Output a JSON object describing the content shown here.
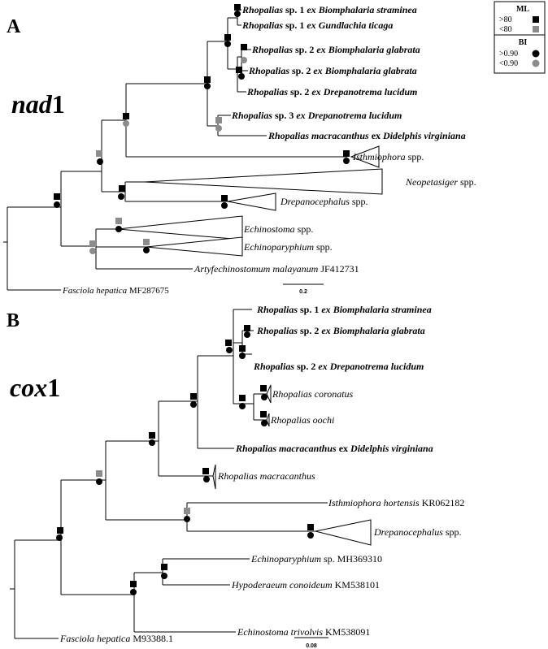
{
  "panels": {
    "a": {
      "letter": "A",
      "gene_italic": "nad",
      "gene_num": "1"
    },
    "b": {
      "letter": "B",
      "gene_italic": "cox",
      "gene_num": "1"
    }
  },
  "legend": {
    "ml_title": "ML",
    "ml_high": ">80",
    "ml_low": "<80",
    "bi_title": "BI",
    "bi_high": ">0.90",
    "bi_low": "<0.90",
    "colors": {
      "high": "#000000",
      "low": "#8c8c8c"
    }
  },
  "tree_a": {
    "scale_label": "0.2",
    "taxa": {
      "t1": {
        "genus": "Rhopalias",
        "rest": " sp. 1  ",
        "ex": "ex ",
        "host": "Biomphalaria straminea"
      },
      "t2": {
        "genus": "Rhopalias",
        "rest": " sp. 1 ",
        "ex": "ex ",
        "host": "Gundlachia ticaga"
      },
      "t3": {
        "genus": "Rhopalias",
        "rest": " sp. 2 ",
        "ex": "ex ",
        "host": "Biomphalaria glabrata"
      },
      "t4": {
        "genus": "Rhopalias",
        "rest": " sp. 2 ",
        "ex": "ex ",
        "host": "Biomphalaria glabrata"
      },
      "t5": {
        "genus": "Rhopalias",
        "rest": " sp. 2  ",
        "ex": "ex ",
        "host": "Drepanotrema lucidum"
      },
      "t6": {
        "genus": "Rhopalias",
        "rest": " sp. 3  ",
        "ex": "ex ",
        "host": "Drepanotrema lucidum"
      },
      "t7": {
        "genus": "Rhopalias macracanthus",
        "rest": " ex ",
        "host": "Didelphis virginiana"
      },
      "c1": {
        "name": "Isthmiophora",
        "suffix": " spp."
      },
      "c2": {
        "name": "Neopetasiger",
        "suffix": " spp."
      },
      "c3": {
        "name": "Drepanocephalus",
        "suffix": " spp."
      },
      "c4": {
        "name": "Echinostoma",
        "suffix": " spp."
      },
      "c5": {
        "name": "Echinoparyphium",
        "suffix": " spp."
      },
      "t8": {
        "name": "Artyfechinostomum malayanum",
        "acc": " JF412731"
      },
      "t9": {
        "name": "Fasciola hepatica",
        "acc": " MF287675"
      }
    }
  },
  "tree_b": {
    "scale_label": "0.08",
    "taxa": {
      "t1": {
        "genus": "Rhopalias",
        "rest": " sp. 1 ",
        "ex": "ex ",
        "host": "Biomphalaria straminea"
      },
      "t2": {
        "genus": "Rhopalias",
        "rest": " sp. 2 ",
        "ex": "ex ",
        "host": "Biomphalaria glabrata"
      },
      "t3": {
        "genus": "Rhopalias",
        "rest": " sp. 2 ",
        "ex": "ex ",
        "host": "Drepanotrema lucidum"
      },
      "c1": {
        "name": "Rhopalias coronatus"
      },
      "c2": {
        "name": "Rhopalias oochi"
      },
      "t4": {
        "genus": "Rhopalias macracanthus",
        "rest": " ex ",
        "host": "Didelphis virginiana"
      },
      "c3": {
        "name": "Rhopalias macracanthus"
      },
      "t5": {
        "name": "Isthmiophora hortensis",
        "acc": " KR062182"
      },
      "c4": {
        "name": "Drepanocephalus",
        "suffix": " spp."
      },
      "t6": {
        "name": "Echinoparyphium",
        "acc": " sp. MH369310"
      },
      "t7": {
        "name": "Hypoderaeum conoideum",
        "acc": " KM538101"
      },
      "t8": {
        "name": "Echinostoma trivolvis",
        "acc": " KM538091"
      },
      "t9": {
        "name": "Fasciola hepatica",
        "acc": " M93388.1"
      }
    }
  },
  "support": {
    "a": [
      {
        "node": "sp1",
        "ml": "high",
        "bi": "high"
      },
      {
        "node": "sp2-inner",
        "ml": "high",
        "bi": "low"
      },
      {
        "node": "sp2",
        "ml": "high",
        "bi": "high"
      },
      {
        "node": "sp1-sp2",
        "ml": "high",
        "bi": "high"
      },
      {
        "node": "sp1-sp2-sp3",
        "ml": "high",
        "bi": "high"
      },
      {
        "node": "sp3-macracanthus",
        "ml": "low",
        "bi": "low"
      },
      {
        "node": "rhopalias-isthmiophora",
        "ml": "high",
        "bi": "low"
      },
      {
        "node": "rhopalias-neopetasiger",
        "ml": "low",
        "bi": "high"
      },
      {
        "node": "neopetasiger-drepanocephalus",
        "ml": "high",
        "bi": "high"
      },
      {
        "node": "isthmiophora",
        "ml": "high",
        "bi": "high"
      },
      {
        "node": "drepanocephalus",
        "ml": "high",
        "bi": "high"
      },
      {
        "node": "ingroup",
        "ml": "high",
        "bi": "high"
      },
      {
        "node": "echinostoma-group",
        "ml": "low",
        "bi": "low"
      },
      {
        "node": "echinostoma",
        "ml": "low",
        "bi": "high"
      },
      {
        "node": "echinoparyphium",
        "ml": "low",
        "bi": "high"
      }
    ],
    "b": [
      {
        "node": "sp2",
        "ml": "high",
        "bi": "high"
      },
      {
        "node": "sp1-sp2",
        "ml": "high",
        "bi": "high"
      },
      {
        "node": "coronatus-oochi",
        "ml": "high",
        "bi": "high"
      },
      {
        "node": "coronatus",
        "ml": "high",
        "bi": "high"
      },
      {
        "node": "oochi",
        "ml": "high",
        "bi": "high"
      },
      {
        "node": "rhopalias-new",
        "ml": "high",
        "bi": "high"
      },
      {
        "node": "rhopalias-macracanthus-ex",
        "ml": "high",
        "bi": "high"
      },
      {
        "node": "rhopalias",
        "ml": "high",
        "bi": "high"
      },
      {
        "node": "macracanthus",
        "ml": "high",
        "bi": "high"
      },
      {
        "node": "rhopalias-isthmiophora",
        "ml": "low",
        "bi": "high"
      },
      {
        "node": "isthmiophora-drepanocephalus",
        "ml": "low",
        "bi": "high"
      },
      {
        "node": "drepanocephalus",
        "ml": "high",
        "bi": "high"
      },
      {
        "node": "ingroup",
        "ml": "high",
        "bi": "high"
      },
      {
        "node": "echinostoma-group",
        "ml": "high",
        "bi": "high"
      },
      {
        "node": "echinoparyphium-hypoderaeum",
        "ml": "high",
        "bi": "high"
      }
    ]
  }
}
